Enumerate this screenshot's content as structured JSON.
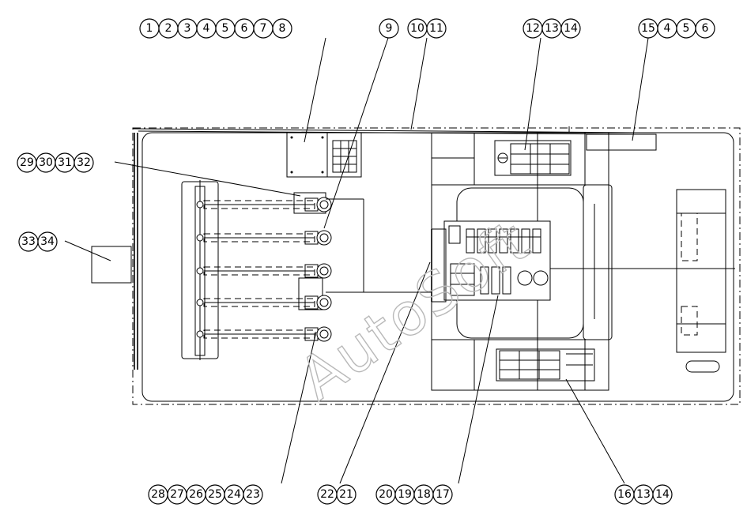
{
  "watermark": "AutoSoft",
  "callouts": [
    "1",
    "2",
    "3",
    "4",
    "5",
    "6",
    "7",
    "8",
    "9",
    "10",
    "11",
    "12",
    "13",
    "14",
    "15",
    "4",
    "5",
    "6",
    "29",
    "30",
    "31",
    "32",
    "33",
    "34",
    "28",
    "27",
    "26",
    "25",
    "24",
    "23",
    "22",
    "21",
    "20",
    "19",
    "18",
    "17",
    "16",
    "13",
    "14"
  ]
}
